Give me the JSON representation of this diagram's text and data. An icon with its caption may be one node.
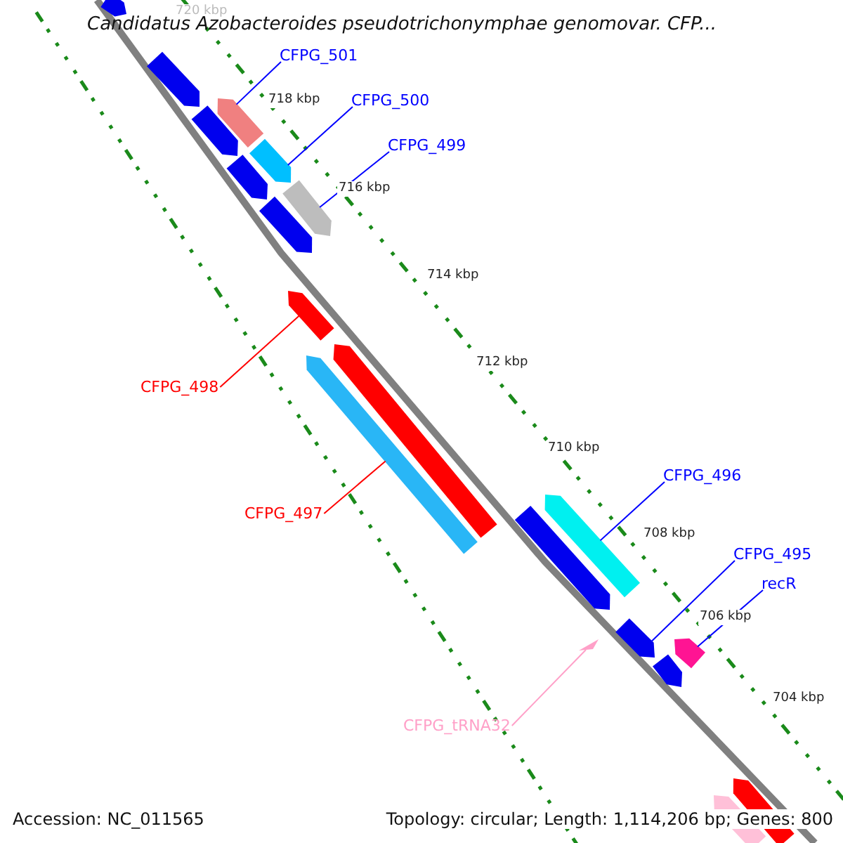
{
  "diagram": {
    "title": "Candidatus Azobacteroides pseudotrichonymphae genomovar. CFP...",
    "nodes": [
      {
        "text": [
          "CFPG_501"
        ]
      },
      {
        "text": [],
        "shape": "bar"
      },
      {
        "text": [
          "CFPG_500"
        ]
      },
      {
        "text": [],
        "shape": "bar"
      },
      {
        "text": [
          "CFPG_499"
        ]
      },
      {
        "text": [],
        "shape": "bar"
      },
      {
        "text": [
          "CFPG_498"
        ]
      },
      {
        "text": [],
        "shape": "bar"
      },
      {
        "text": [
          "CFPG_497"
        ]
      },
      {
        "text": [],
        "shape": "bar"
      },
      {
        "text": [
          "CFPG_496"
        ]
      },
      {
        "text": [],
        "shape": "bar"
      },
      {
        "text": [
          "CFPG_495"
        ]
      },
      {
        "text": [],
        "shape": "bar"
      },
      {
        "text": [
          "recR"
        ]
      },
      {
        "text": [],
        "shape": "bar"
      },
      {
        "text": [
          "CFPG_tRNA32"
        ]
      },
      {
        "text": [],
        "shape": "triangle"
      },
      {
        "text": [],
        "shape": "bar"
      },
      {
        "text": [],
        "shape": "bar"
      },
      {
        "text": [],
        "shape": "bar"
      },
      {
        "text": [],
        "shape": "bar"
      },
      {
        "text": [],
        "shape": "bar"
      },
      {
        "text": [],
        "shape": "bar"
      },
      {
        "text": [],
        "shape": "bar"
      },
      {
        "text": [],
        "shape": "bar"
      },
      {
        "text": [],
        "shape": "bar"
      },
      {
        "text": [],
        "shape": "bar"
      }
    ],
    "edges": [
      {
        "from": 0,
        "to": 1,
        "arrow": "none"
      },
      {
        "from": 2,
        "to": 3,
        "arrow": "none"
      },
      {
        "from": 4,
        "to": 5,
        "arrow": "none"
      },
      {
        "from": 6,
        "to": 7,
        "arrow": "none",
        "color": "#ff0000"
      },
      {
        "from": 8,
        "to": 9,
        "arrow": "none",
        "color": "#ff0000"
      },
      {
        "from": 10,
        "to": 11,
        "arrow": "none"
      },
      {
        "from": 12,
        "to": 13,
        "arrow": "none"
      },
      {
        "from": 14,
        "to": 15,
        "arrow": "none"
      },
      {
        "from": 16,
        "to": 17,
        "arrow": "none",
        "color": "#ffa0c8"
      }
    ],
    "labels": [
      "720 kbp",
      "718 kbp",
      "716 kbp",
      "714 kbp",
      "712 kbp",
      "710 kbp",
      "708 kbp",
      "706 kbp",
      "704 kbp",
      "Accession: NC_011565",
      "Topology: circular; Length: 1,114,206 bp; Genes: 800"
    ]
  }
}
